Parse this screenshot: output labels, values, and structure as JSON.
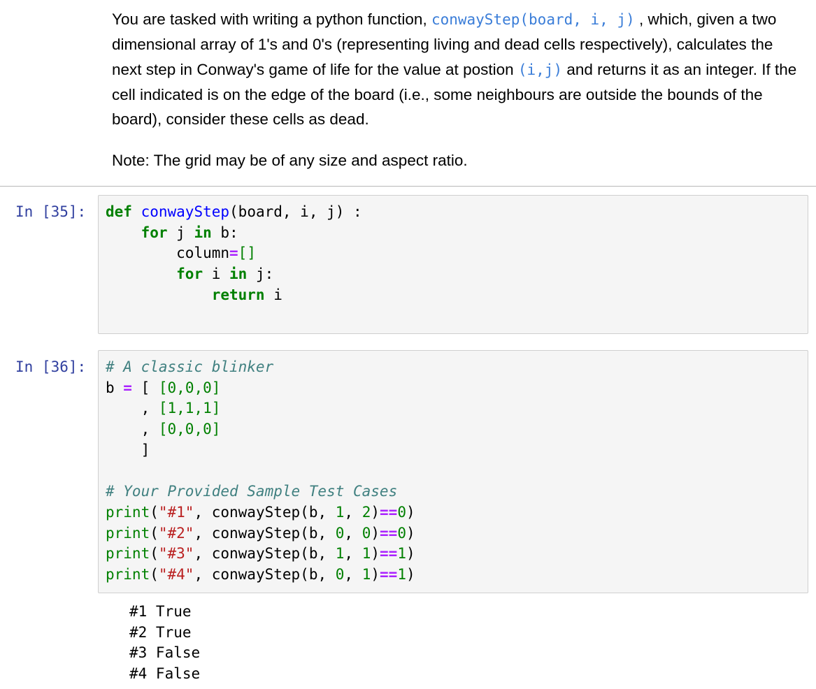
{
  "markdown": {
    "para1": {
      "seg1": "You are tasked with writing a python function, ",
      "code1": "conwayStep(board, i, j)",
      "seg2": " , which, given a two dimensional array of 1's and 0's (representing living and dead cells respectively), calculates the next step in Conway's game of life for the value at postion ",
      "code2": "(i,j)",
      "seg3": " and returns it as an integer. If the cell indicated is on the edge of the board (i.e., some neighbours are outside the bounds of the board), consider these cells as dead."
    },
    "note": "Note: The grid may be of any size and aspect ratio."
  },
  "cells": [
    {
      "prompt": "In [35]:",
      "code": {
        "l1": {
          "kw_def": "def",
          "sp1": " ",
          "fn_name": "conwayStep",
          "args": "(board, i, j) :"
        },
        "l2": {
          "indent": "    ",
          "kw_for": "for",
          "mid1": " j ",
          "kw_in": "in",
          "rest": " b:"
        },
        "l3": {
          "indent": "        ",
          "name": "column",
          "op": "=",
          "list": "[]"
        },
        "l4": {
          "indent": "        ",
          "kw_for": "for",
          "mid1": " i ",
          "kw_in": "in",
          "rest": " j:"
        },
        "l5": {
          "indent": "            ",
          "kw_return": "return",
          "rest": " i"
        }
      }
    },
    {
      "prompt": "In [36]:",
      "code": {
        "comment1": "# A classic blinker",
        "b1": {
          "name": "b ",
          "op": "=",
          "mid": " [ ",
          "row": "[0,0,0]"
        },
        "b2": {
          "indent": "    , ",
          "row": "[1,1,1]"
        },
        "b3": {
          "indent": "    , ",
          "row": "[0,0,0]"
        },
        "b4": {
          "indent": "    ]"
        },
        "comment2": "# Your Provided Sample Test Cases",
        "tests": [
          {
            "print": "print",
            "p1": "(",
            "label": "\"#1\"",
            "mid": ", conwayStep(b, ",
            "a": "1",
            "sep": ", ",
            "b": "2",
            "close": ")",
            "eq": "==",
            "expect": "0",
            "end": ")"
          },
          {
            "print": "print",
            "p1": "(",
            "label": "\"#2\"",
            "mid": ", conwayStep(b, ",
            "a": "0",
            "sep": ", ",
            "b": "0",
            "close": ")",
            "eq": "==",
            "expect": "0",
            "end": ")"
          },
          {
            "print": "print",
            "p1": "(",
            "label": "\"#3\"",
            "mid": ", conwayStep(b, ",
            "a": "1",
            "sep": ", ",
            "b": "1",
            "close": ")",
            "eq": "==",
            "expect": "1",
            "end": ")"
          },
          {
            "print": "print",
            "p1": "(",
            "label": "\"#4\"",
            "mid": ", conwayStep(b, ",
            "a": "0",
            "sep": ", ",
            "b": "1",
            "close": ")",
            "eq": "==",
            "expect": "1",
            "end": ")"
          }
        ]
      },
      "output": [
        "#1 True",
        "#2 True",
        "#3 False",
        "#4 False"
      ]
    }
  ]
}
